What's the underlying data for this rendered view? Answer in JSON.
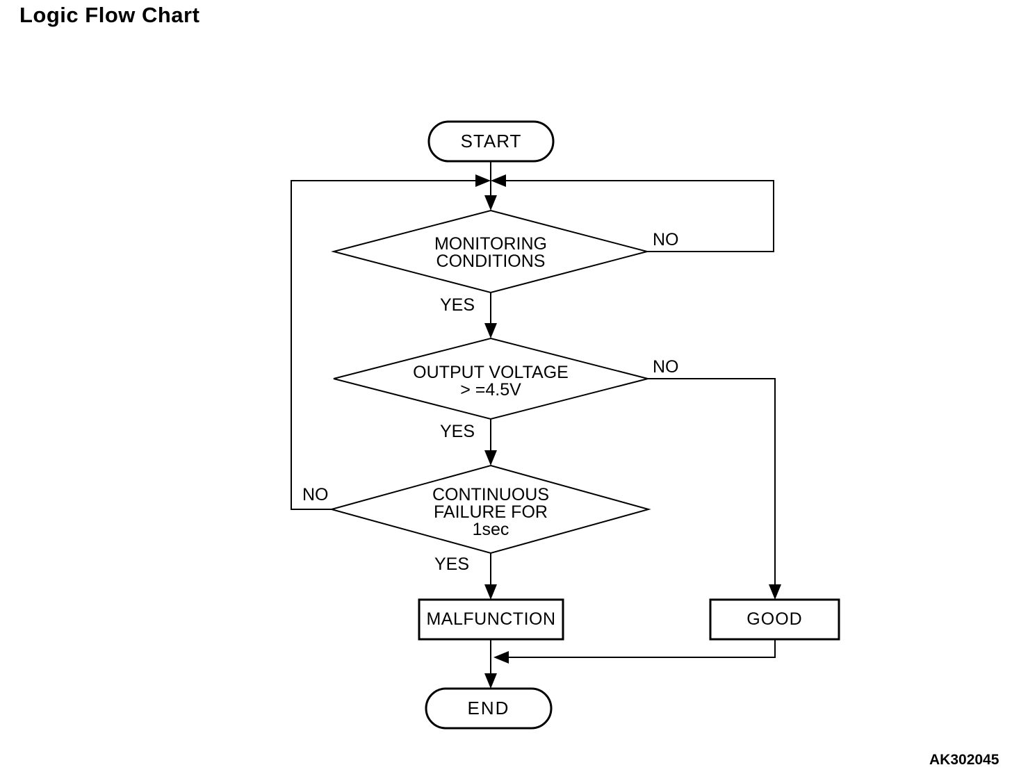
{
  "page": {
    "title": "Logic Flow Chart",
    "figure_code": "AK302045"
  },
  "flowchart": {
    "colors": {
      "line": "#000000",
      "background": "#ffffff"
    },
    "nodes": {
      "start": {
        "type": "terminator",
        "label": "START"
      },
      "monitoring": {
        "type": "decision",
        "line1": "MONITORING",
        "line2": "CONDITIONS"
      },
      "voltage": {
        "type": "decision",
        "line1": "OUTPUT VOLTAGE",
        "line2": "> =4.5V"
      },
      "failure": {
        "type": "decision",
        "line1": "CONTINUOUS",
        "line2": "FAILURE FOR",
        "line3": "1sec"
      },
      "malfunction": {
        "type": "process",
        "label": "MALFUNCTION"
      },
      "good": {
        "type": "process",
        "label": "GOOD"
      },
      "end": {
        "type": "terminator",
        "label": "END"
      }
    },
    "edge_labels": {
      "monitoring_yes": "YES",
      "monitoring_no": "NO",
      "voltage_yes": "YES",
      "voltage_no": "NO",
      "failure_yes": "YES",
      "failure_no": "NO"
    }
  }
}
